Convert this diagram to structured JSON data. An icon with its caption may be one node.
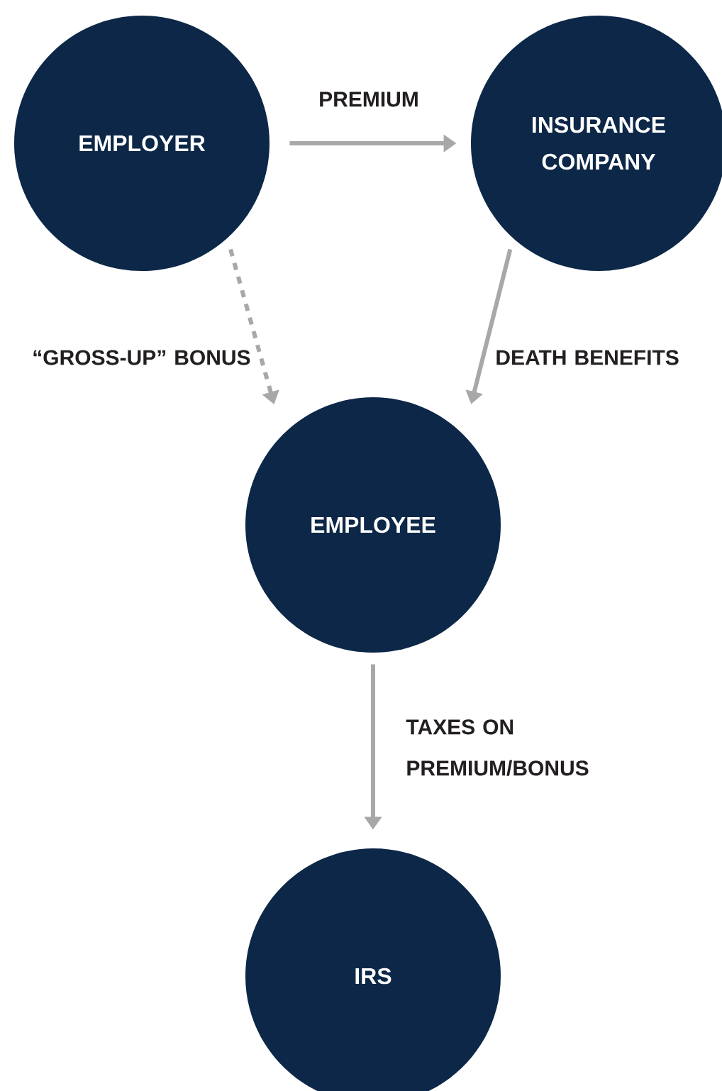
{
  "diagram": {
    "nodes": [
      {
        "text": [
          "EMPLOYER"
        ]
      },
      {
        "text": [
          "INSURANCE COMPANY"
        ]
      },
      {
        "text": [
          "EMPLOYEE"
        ]
      },
      {
        "text": [
          "IRS"
        ]
      }
    ],
    "edges": [
      {
        "from": 0,
        "to": 1,
        "arrow": "to",
        "label": "PREMIUM"
      },
      {
        "from": 0,
        "to": 2,
        "arrow": "to",
        "label": "“GROSS-UP” BONUS",
        "style": "dashed"
      },
      {
        "from": 1,
        "to": 2,
        "arrow": "to",
        "label": "DEATH BENEFITS"
      },
      {
        "from": 2,
        "to": 3,
        "arrow": "to",
        "label": "TAXES ON PREMIUM/BONUS"
      }
    ]
  }
}
